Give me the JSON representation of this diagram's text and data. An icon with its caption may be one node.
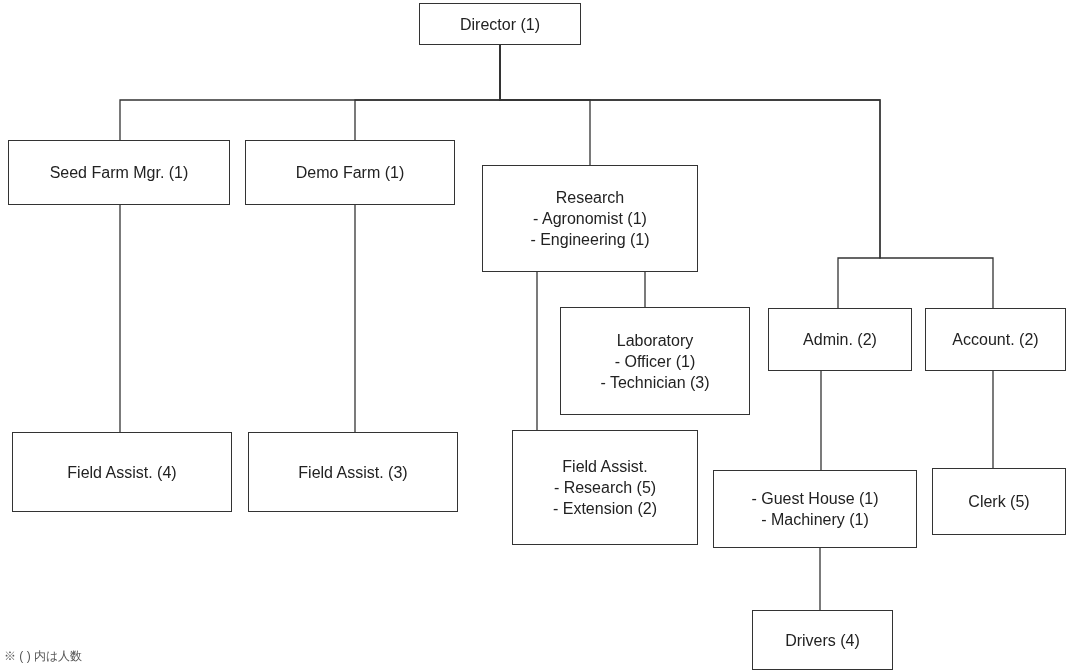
{
  "diagram": {
    "nodes": [
      {
        "text": [
          "Director (1)"
        ]
      },
      {
        "text": [
          "Seed Farm Mgr. (1)"
        ]
      },
      {
        "text": [
          "Demo Farm (1)"
        ]
      },
      {
        "text": [
          "Research",
          "- Agronomist (1)",
          "- Engineering (1)"
        ]
      },
      {
        "text": [
          "Laboratory",
          "- Officer (1)",
          "- Technician (3)"
        ]
      },
      {
        "text": [
          "Admin. (2)"
        ]
      },
      {
        "text": [
          "Account. (2)"
        ]
      },
      {
        "text": [
          "Field Assist. (4)"
        ]
      },
      {
        "text": [
          "Field Assist. (3)"
        ]
      },
      {
        "text": [
          "Field Assist.",
          "- Research (5)",
          "- Extension (2)"
        ]
      },
      {
        "text": [
          "- Guest House (1)",
          "- Machinery (1)"
        ]
      },
      {
        "text": [
          "Clerk (5)"
        ]
      },
      {
        "text": [
          "Drivers (4)"
        ]
      }
    ],
    "edges": [
      {
        "from": 0,
        "to": 1,
        "arrow": "none"
      },
      {
        "from": 0,
        "to": 2,
        "arrow": "none"
      },
      {
        "from": 0,
        "to": 3,
        "arrow": "none"
      },
      {
        "from": 0,
        "to": 5,
        "arrow": "none"
      },
      {
        "from": 0,
        "to": 6,
        "arrow": "none"
      },
      {
        "from": 3,
        "to": 4,
        "arrow": "none"
      },
      {
        "from": 1,
        "to": 7,
        "arrow": "none"
      },
      {
        "from": 2,
        "to": 8,
        "arrow": "none"
      },
      {
        "from": 3,
        "to": 9,
        "arrow": "none"
      },
      {
        "from": 5,
        "to": 10,
        "arrow": "none"
      },
      {
        "from": 6,
        "to": 11,
        "arrow": "none"
      },
      {
        "from": 10,
        "to": 12,
        "arrow": "none"
      }
    ],
    "labels": [
      "※ ( ) 内は人数"
    ]
  }
}
